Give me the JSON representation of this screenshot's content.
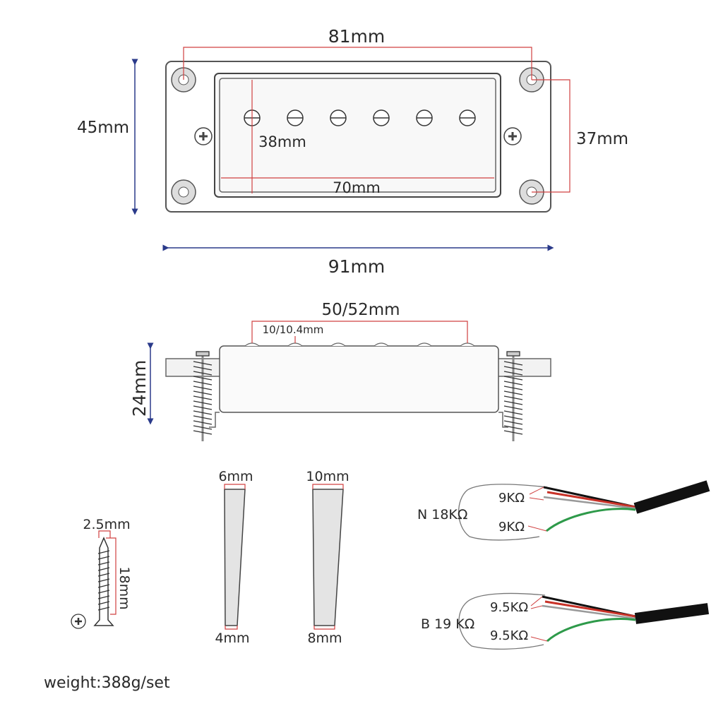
{
  "top_view": {
    "width_outer": "91mm",
    "height_outer": "45mm",
    "hole_spacing_w": "81mm",
    "hole_spacing_h": "37mm",
    "inner_width": "70mm",
    "inner_height": "38mm"
  },
  "side_view": {
    "height": "24mm",
    "pole_span": "50/52mm",
    "pole_spacing": "10/10.4mm"
  },
  "parts": {
    "screw_diameter": "2.5mm",
    "screw_length": "18mm",
    "shim_small_top": "6mm",
    "shim_small_bottom": "4mm",
    "shim_large_top": "10mm",
    "shim_large_bottom": "8mm"
  },
  "wiring": {
    "neck_label": "N 18KΩ",
    "neck_coil_1": "9KΩ",
    "neck_coil_2": "9KΩ",
    "bridge_label": "B 19 KΩ",
    "bridge_coil_1": "9.5KΩ",
    "bridge_coil_2": "9.5KΩ"
  },
  "weight": "weight:388g/set",
  "colors": {
    "dimension_red": "#d04040",
    "dimension_blue": "#2a3a8a",
    "outline": "#555555",
    "wire_red": "#c83228",
    "wire_green": "#2e9a4a",
    "cable": "#111111"
  }
}
